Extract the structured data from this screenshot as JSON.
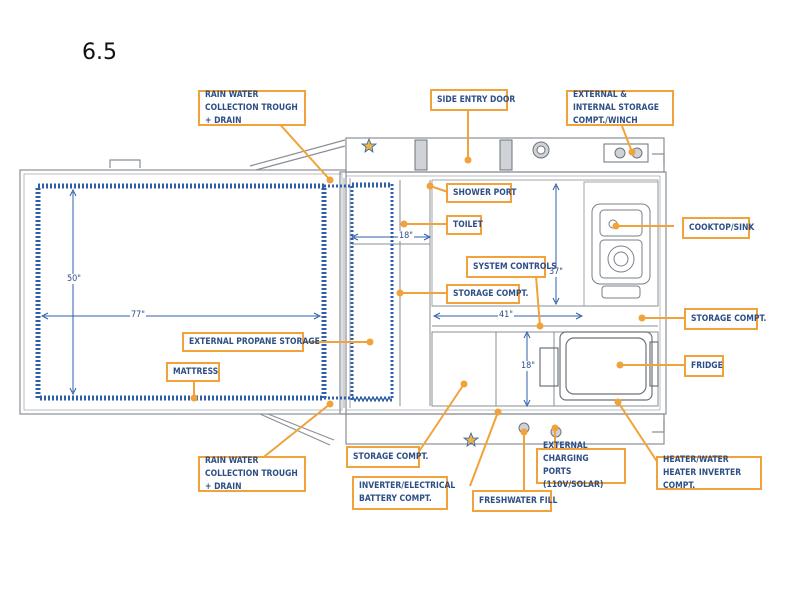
{
  "model_title": "6.5",
  "callouts": {
    "rain_trough_top": "RAIN WATER COLLECTION TROUGH + DRAIN",
    "side_entry_door": "SIDE ENTRY DOOR",
    "ext_int_storage": "EXTERNAL & INTERNAL STORAGE COMPT./WINCH",
    "shower_port": "SHOWER PORT",
    "toilet": "TOILET",
    "cooktop_sink": "COOKTOP/SINK",
    "system_controls": "SYSTEM CONTROLS",
    "storage_compt_mid": "STORAGE COMPT.",
    "storage_compt_right": "STORAGE COMPT.",
    "external_propane": "EXTERNAL PROPANE STORAGE",
    "fridge": "FRIDGE",
    "mattress": "MATTRESS",
    "rain_trough_bottom": "RAIN WATER COLLECTION TROUGH + DRAIN",
    "storage_compt_bottom": "STORAGE COMPT.",
    "external_charging": "EXTERNAL CHARGING PORTS (110V/SOLAR)",
    "heater": "HEATER/WATER HEATER INVERTER COMPT.",
    "inverter": "INVERTER/ELECTRICAL BATTERY COMPT.",
    "freshwater_fill": "FRESHWATER FILL"
  },
  "dimensions": {
    "mattress_width": "50\"",
    "mattress_length": "77\"",
    "toilet_width": "18\"",
    "galley_depth": "37\"",
    "galley_length": "41\"",
    "fridge_depth": "18\""
  },
  "colors": {
    "accent": "#f2a23a",
    "label_text": "#2e4f86",
    "dimension_line": "#2f5fa8",
    "outline": "#8a8f96",
    "highlight_star": "#e8b54a"
  }
}
